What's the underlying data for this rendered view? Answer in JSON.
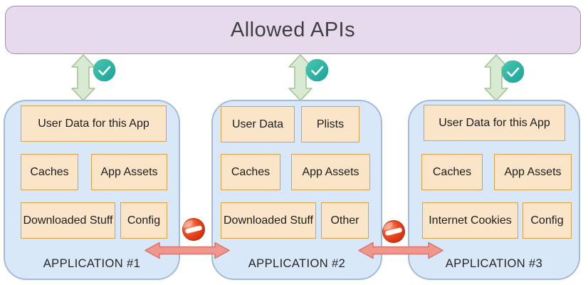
{
  "title": "Allowed APIs",
  "colors": {
    "api_bar_fill": "#e7daec",
    "api_bar_border": "#9e92ab",
    "app_fill": "#d8e8f9",
    "app_border": "#a5bad4",
    "box_fill": "#fbe5c8",
    "box_border": "#dda04a",
    "allowed_arrow_fill": "#d9ead3",
    "allowed_arrow_border": "#a3c493",
    "check_badge_teal": "#2ab5a6",
    "blocked_arrow_fill": "#f0968d",
    "blocked_arrow_border": "#d4766e",
    "no_entry_red": "#e0301e"
  },
  "icons": {
    "allowed": "check-icon",
    "blocked": "no-entry-icon",
    "api_link": "double-arrow-vertical-icon",
    "app_link": "double-arrow-horizontal-icon"
  },
  "apps": [
    {
      "label": "APPLICATION #1",
      "boxes": [
        "User Data for this App",
        "Caches",
        "App Assets",
        "Downloaded Stuff",
        "Config"
      ]
    },
    {
      "label": "APPLICATION #2",
      "boxes": [
        "User Data",
        "Plists",
        "Caches",
        "App Assets",
        "Downloaded Stuff",
        "Other"
      ]
    },
    {
      "label": "APPLICATION #3",
      "boxes": [
        "User Data for this App",
        "Caches",
        "App Assets",
        "Internet Cookies",
        "Config"
      ]
    }
  ]
}
